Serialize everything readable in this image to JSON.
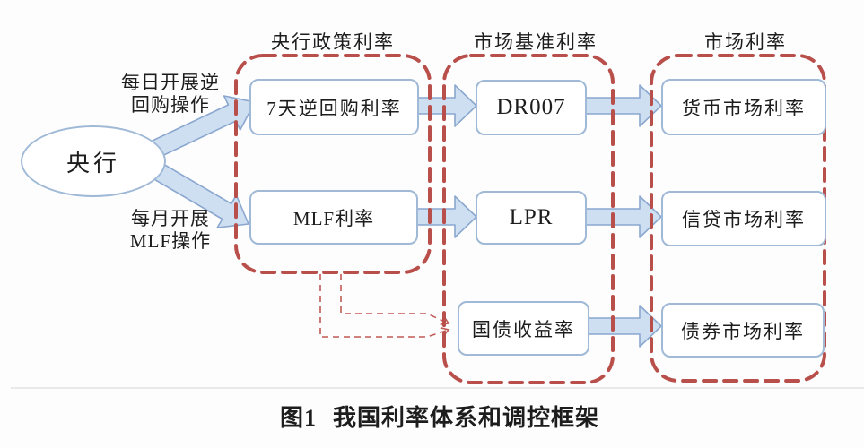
{
  "figure": {
    "caption": {
      "prefix": "图1",
      "title": "我国利率体系和调控框架"
    },
    "central_bank": {
      "label": "央行"
    },
    "operations": [
      {
        "line1": "每日开展逆",
        "line2": "回购操作"
      },
      {
        "line1": "每月开展",
        "line2": "MLF操作"
      }
    ],
    "columns": [
      {
        "title": "央行政策利率",
        "boxes": [
          {
            "label": "7天逆回购利率"
          },
          {
            "label": "MLF利率"
          }
        ]
      },
      {
        "title": "市场基准利率",
        "boxes": [
          {
            "label": "DR007"
          },
          {
            "label": "LPR"
          },
          {
            "label": "国债收益率"
          }
        ]
      },
      {
        "title": "市场利率",
        "boxes": [
          {
            "label": "货币市场利率"
          },
          {
            "label": "信贷市场利率"
          },
          {
            "label": "债券市场利率"
          }
        ]
      }
    ],
    "colors": {
      "group_dashed_border": "#b84f4b",
      "thin_dashed_arrow": "#c05a55",
      "flow_arrow_fill": "#cfdff2",
      "flow_arrow_stroke": "#8aa7cf",
      "node_border": "#9fb9d6",
      "text": "#1d1d1d"
    }
  }
}
